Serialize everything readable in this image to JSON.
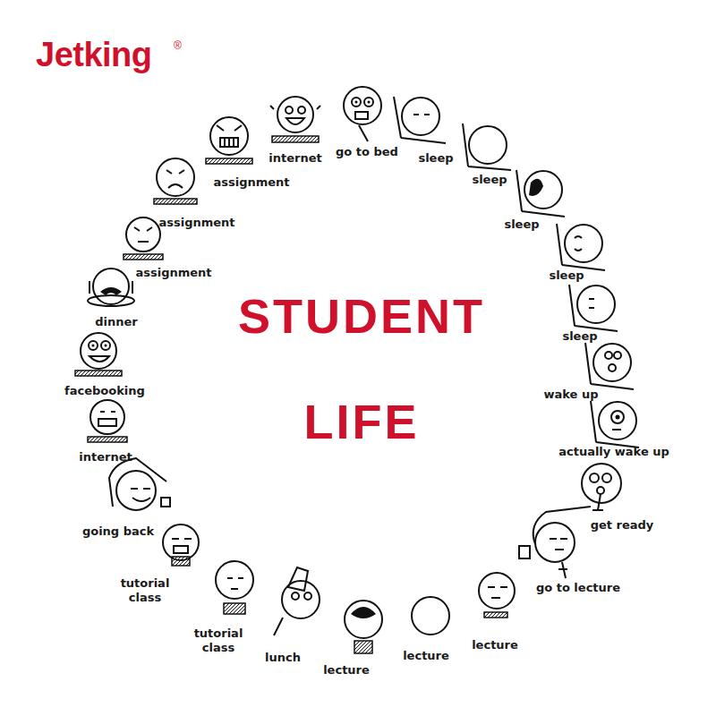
{
  "diagram": {
    "title": "STUDENT LIFE",
    "labels": [
      "Jetking",
      "®",
      "internet",
      "go to bed",
      "sleep",
      "sleep",
      "sleep",
      "sleep",
      "sleep",
      "wake up",
      "actually wake up",
      "get ready",
      "go to lecture",
      "lecture",
      "lecture",
      "lecture",
      "lunch",
      "tutorial class",
      "tutorial class",
      "going back",
      "internet",
      "facebooking",
      "dinner",
      "assignment",
      "assignment",
      "assignment"
    ]
  }
}
